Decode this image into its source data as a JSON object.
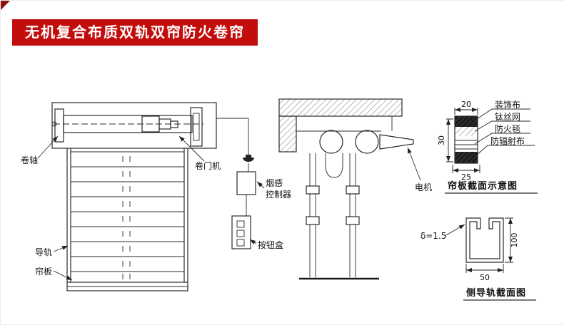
{
  "banner": {
    "title": "无机复合布质双轨双帘防火卷帘",
    "bg": "#c30d0d"
  },
  "left_view": {
    "roll_shaft_label": "卷轴",
    "door_operator_label": "卷门机",
    "guide_rail_label": "导轨",
    "curtain_slat_label": "帘板"
  },
  "controls": {
    "smoke_detector_line1": "烟感",
    "smoke_detector_line2": "控制器",
    "button_box_label": "按钮盒"
  },
  "right_view": {
    "motor_label": "电机"
  },
  "curtain_section": {
    "dim_top": "20",
    "dim_side": "30",
    "dim_bottom": "25",
    "layers": [
      "装饰布",
      "钛丝网",
      "防火毯",
      "防辐射布"
    ],
    "caption": "帘板截面示意图"
  },
  "rail_section": {
    "thickness": "δ=1.5",
    "dim_height": "100",
    "dim_width": "50",
    "caption": "侧导轨截面图"
  }
}
